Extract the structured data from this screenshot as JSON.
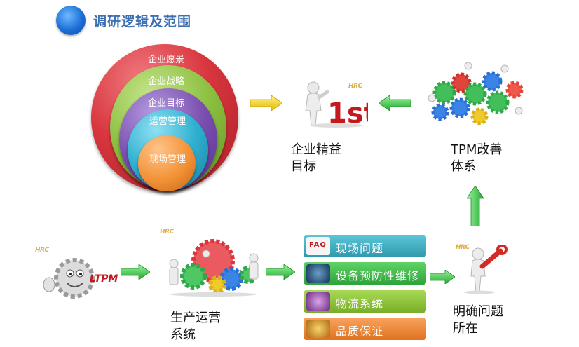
{
  "header": {
    "title": "调研逻辑及范围"
  },
  "rings": {
    "vision": "企业愿景",
    "strategy": "企业战略",
    "goal": "企业目标",
    "operations": "运营管理",
    "site": "现场管理"
  },
  "captions": {
    "lean_goal": "企业精益目标",
    "tpm": "TPM改善体系",
    "production": "生产运营系统",
    "clarify": "明确问题所在"
  },
  "figure_text": {
    "hrc": "HRC",
    "first": "1st",
    "ltpm": "LTPM",
    "faq": "FAQ"
  },
  "systems": [
    {
      "label": "现场问题",
      "color": "#3fb0c4"
    },
    {
      "label": "设备预防性维修",
      "color": "#46b94a"
    },
    {
      "label": "物流系统",
      "color": "#8fc43a"
    },
    {
      "label": "品质保证",
      "color": "#f08a3c"
    }
  ],
  "colors": {
    "ring_vision": "#d9363e",
    "ring_strategy": "#8bbf3f",
    "ring_goal": "#7a4fb0",
    "ring_operations": "#2fb0d0",
    "ring_site": "#f39236",
    "arrow_yellow": "#f2d21b",
    "arrow_green": "#3cc24a"
  }
}
